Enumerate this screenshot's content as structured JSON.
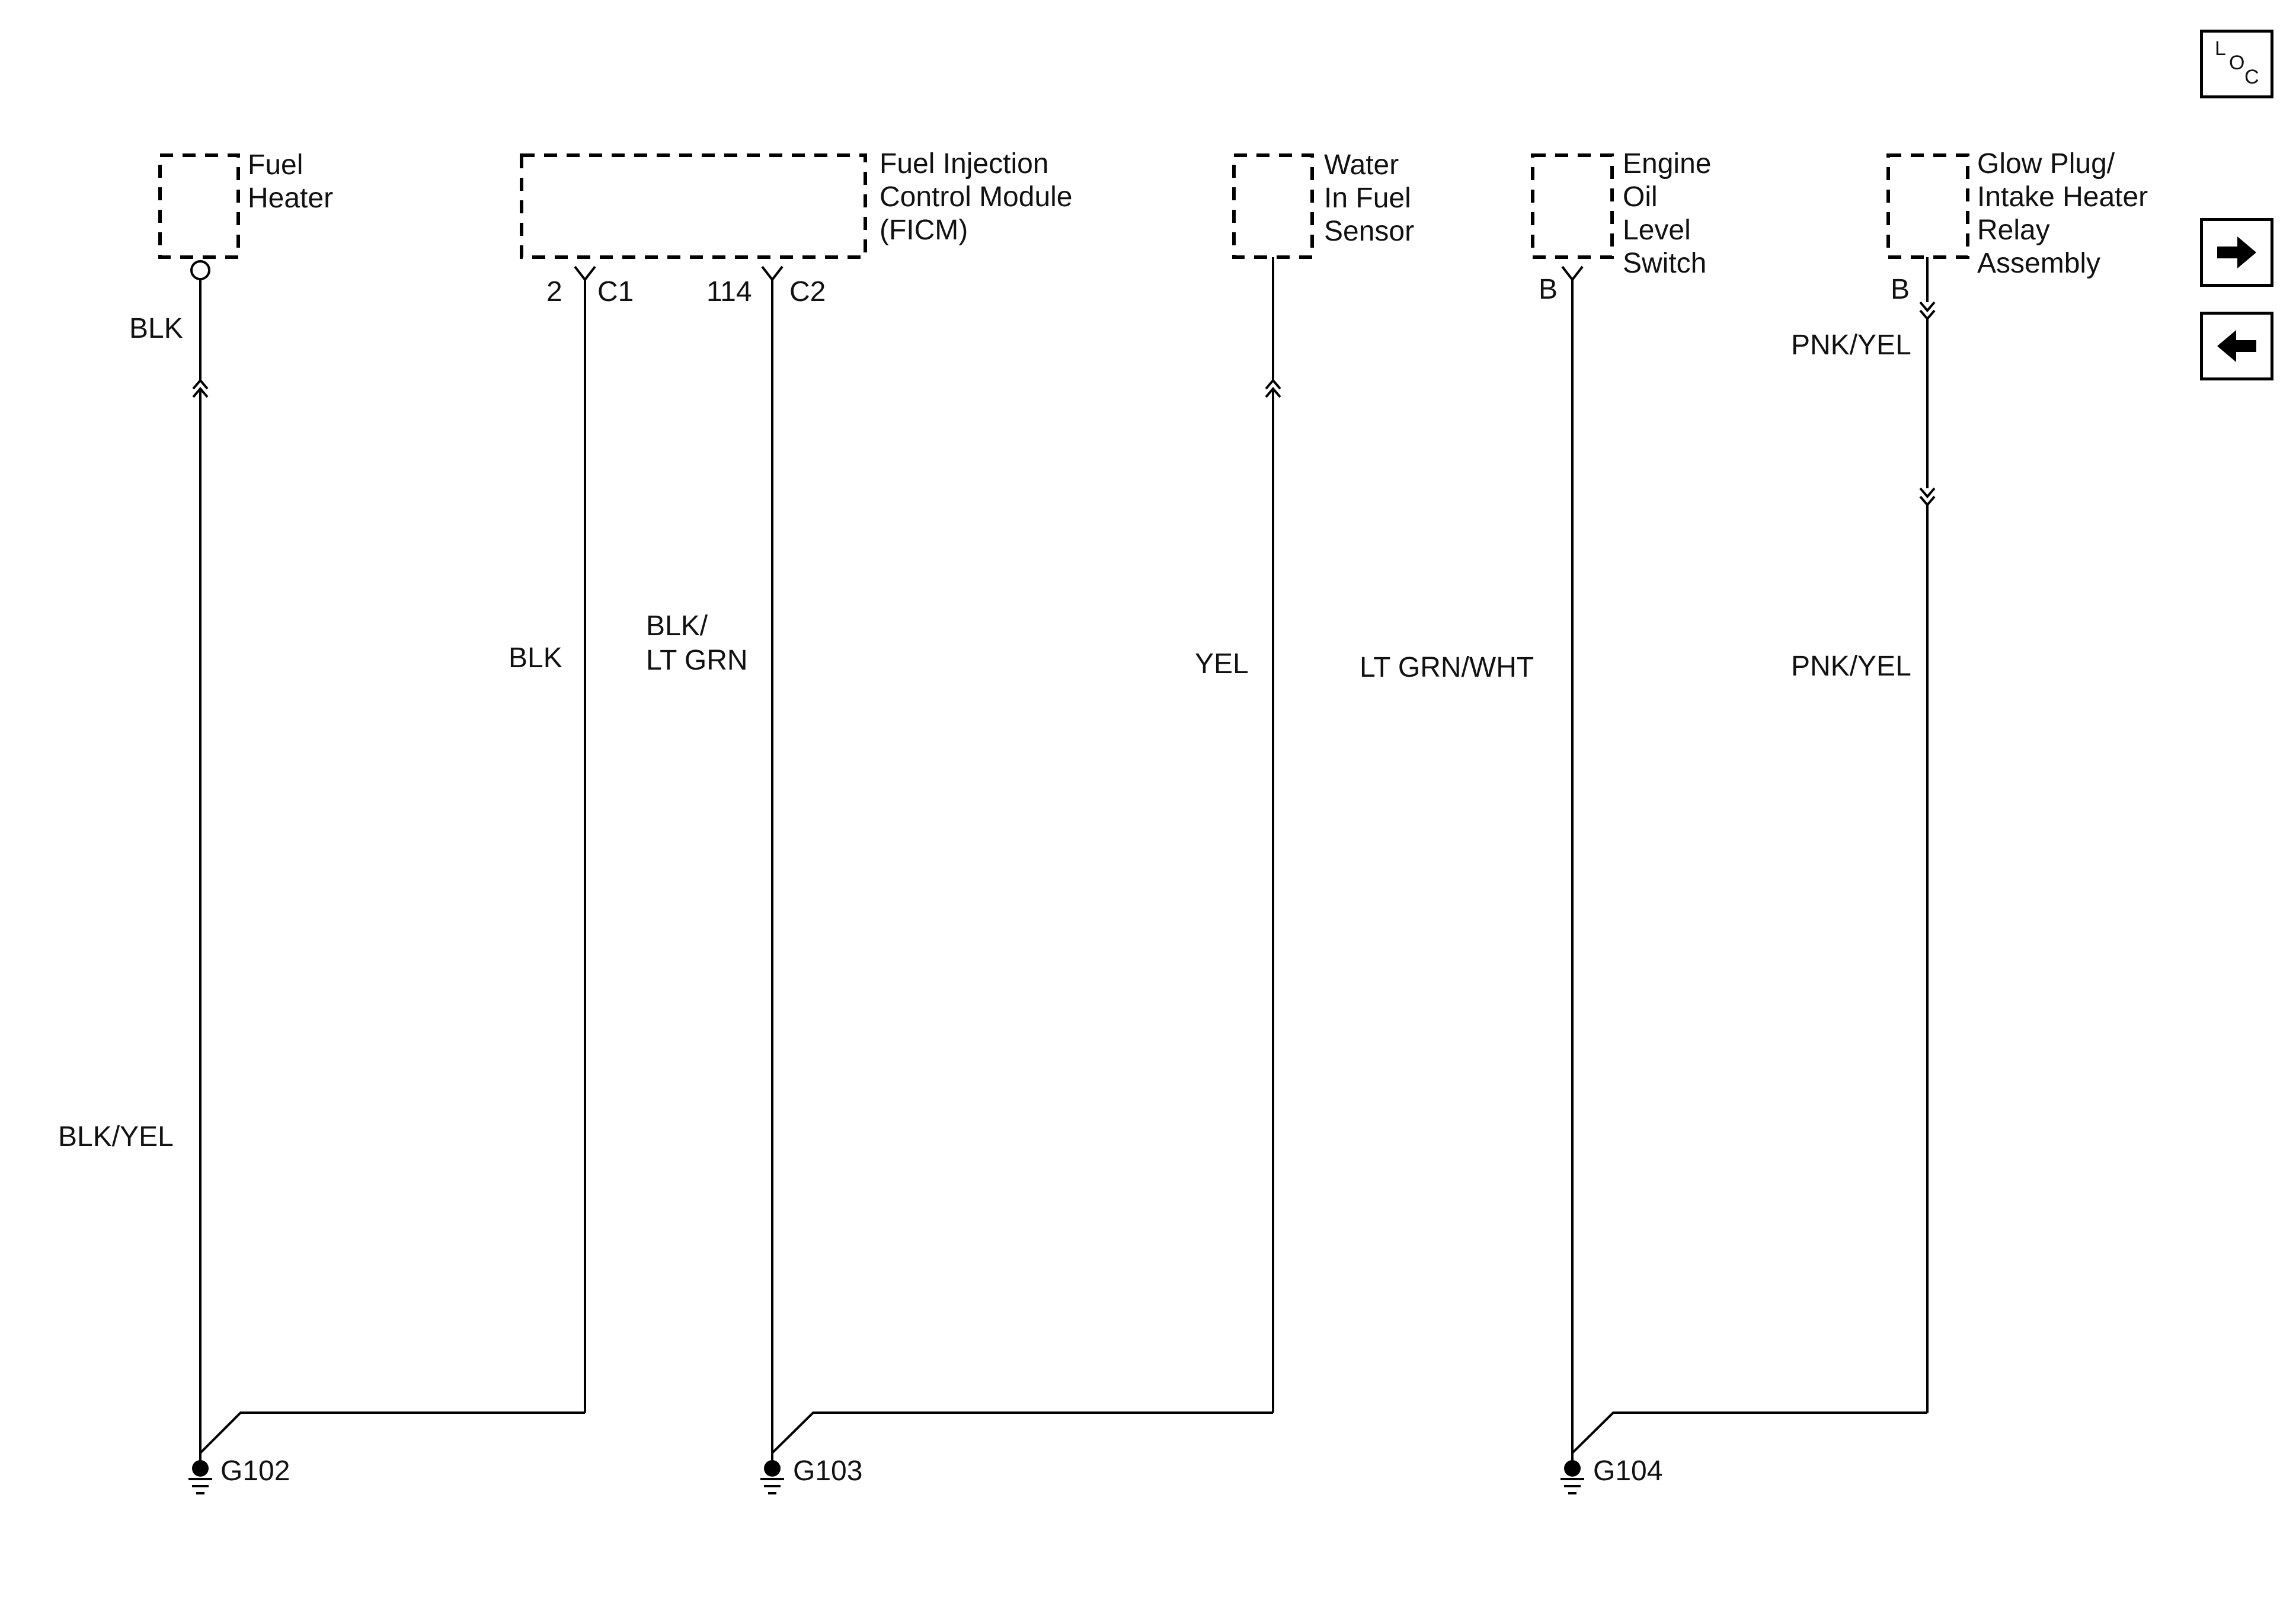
{
  "components": {
    "fuel_heater": [
      "Fuel",
      "Heater"
    ],
    "ficm": [
      "Fuel Injection",
      "Control Module",
      "(FICM)"
    ],
    "water_in_fuel_sensor": [
      "Water",
      "In Fuel",
      "Sensor"
    ],
    "engine_oil_level_switch": [
      "Engine",
      "Oil",
      "Level",
      "Switch"
    ],
    "glow_plug_relay": [
      "Glow Plug/",
      "Intake Heater",
      "Relay",
      "Assembly"
    ]
  },
  "pins": {
    "ficm_c1_pin": "2",
    "ficm_c1_connector": "C1",
    "ficm_c2_pin": "114",
    "ficm_c2_connector": "C2",
    "oil_switch_pin": "B",
    "glow_plug_pin": "B"
  },
  "wires": {
    "fuel_heater_upper": "BLK",
    "fuel_heater_lower": "BLK/YEL",
    "ficm_c1": "BLK",
    "ficm_c2": [
      "BLK/",
      "LT GRN"
    ],
    "water_sensor": "YEL",
    "oil_switch": "LT GRN/WHT",
    "glow_plug_upper": "PNK/YEL",
    "glow_plug_lower": "PNK/YEL"
  },
  "grounds": {
    "g102": "G102",
    "g103": "G103",
    "g104": "G104"
  },
  "nav": {
    "loc_l": "L",
    "loc_o": "O",
    "loc_c": "C",
    "next_icon": "arrow-right",
    "prev_icon": "arrow-left"
  }
}
